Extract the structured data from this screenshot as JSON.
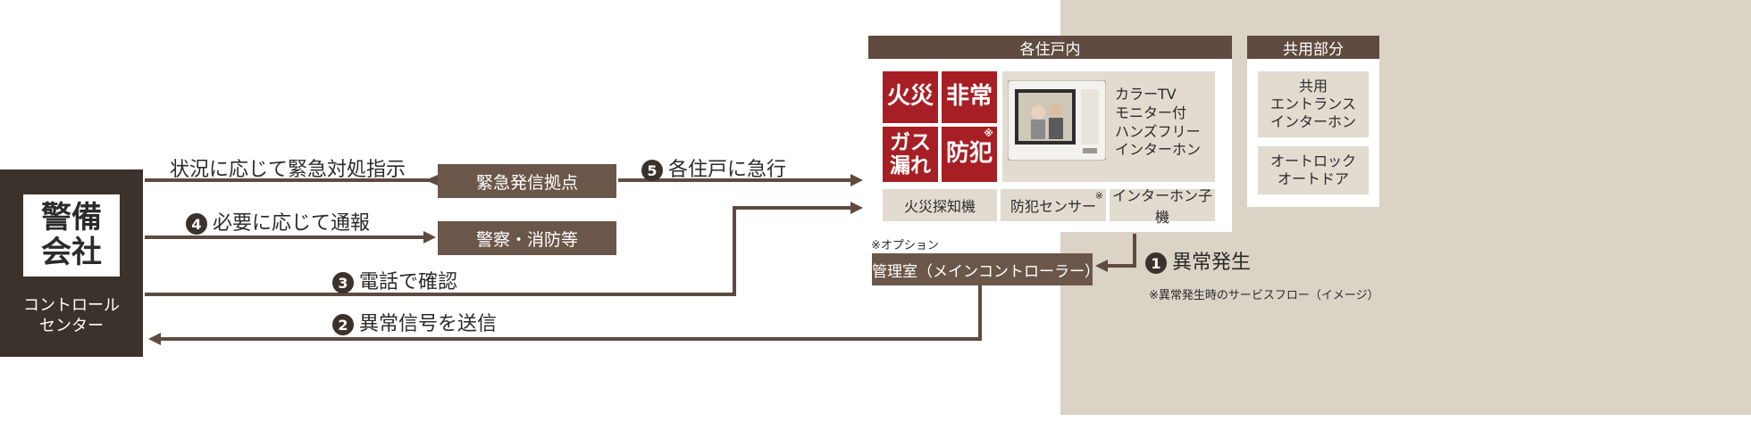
{
  "left_box": {
    "title_line1": "警備",
    "title_line2": "会社",
    "sub_line1": "コントロール",
    "sub_line2": "センター"
  },
  "flows": {
    "instruction": "状況に応じて緊急対処指示",
    "step5": {
      "num": "5",
      "text": "各住戸に急行"
    },
    "step4": {
      "num": "4",
      "text": "必要に応じて通報"
    },
    "step3": {
      "num": "3",
      "text": "電話で確認"
    },
    "step2": {
      "num": "2",
      "text": "異常信号を送信"
    },
    "step1": {
      "num": "1",
      "text": "異常発生"
    }
  },
  "mid_boxes": {
    "dispatch": "緊急発信拠点",
    "police": "警察・消防等"
  },
  "unit_section": {
    "header": "各住戸内",
    "btn_fire": "火災",
    "btn_emergency": "非常",
    "btn_gas_line1": "ガス",
    "btn_gas_line2": "漏れ",
    "btn_crime": "防犯",
    "monitor_desc": [
      "カラーTV",
      "モニター付",
      "ハンズフリー",
      "インターホン"
    ],
    "detector_fire": "火災探知機",
    "sensor_crime": "防犯センサー",
    "intercom_sub": "インターホン子機",
    "note_mark": "※"
  },
  "common_section": {
    "header": "共用部分",
    "entrance": [
      "共用",
      "エントランス",
      "インターホン"
    ],
    "autolock": [
      "オートロック",
      "オートドア"
    ]
  },
  "option_note": "※オプション",
  "controller": "管理室（メインコントローラー）",
  "footnote": "※異常発生時のサービスフロー（イメージ）",
  "colors": {
    "dark_brown": "#3c322c",
    "brown": "#6b574a",
    "header_brown": "#5f4b3f",
    "beige": "#dbd3c5",
    "red": "#a71f24"
  }
}
